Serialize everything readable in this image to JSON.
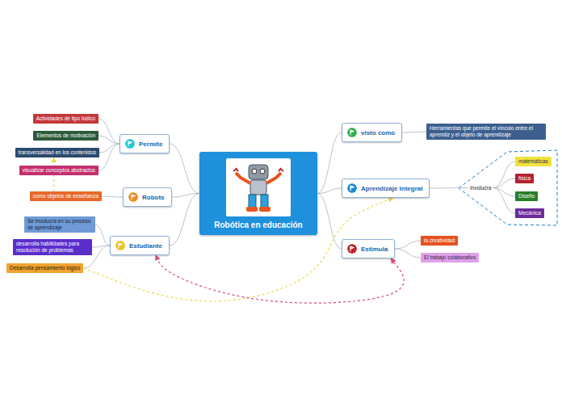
{
  "diagram": {
    "nodes": [
      {
        "text": [
          "Robótica en educación"
        ]
      },
      {
        "text": [
          "Permite"
        ]
      },
      {
        "text": [
          "Actividades de tipo lúdico"
        ]
      },
      {
        "text": [
          "Elementos de motivación"
        ]
      },
      {
        "text": [
          "transversalidad en los contenidos"
        ]
      },
      {
        "text": [
          "visualizar conceptos abstractos"
        ]
      },
      {
        "text": [
          "Robots"
        ]
      },
      {
        "text": [
          "como objetos de enseñanza"
        ]
      },
      {
        "text": [
          "Estudiante"
        ]
      },
      {
        "text": [
          "Se involucra en su proceso de aprendizaje"
        ]
      },
      {
        "text": [
          "desarrolla habilidades para resolución de problemas"
        ]
      },
      {
        "text": [
          "Desarrolla pensamiento lógico"
        ]
      },
      {
        "text": [
          "visto como"
        ]
      },
      {
        "text": [
          "Herramientas que permite el vínculo entre el aprendiz y el objeto de aprendizaje"
        ]
      },
      {
        "text": [
          "Aprendizaje Integral"
        ]
      },
      {
        "text": [
          "Involucra"
        ]
      },
      {
        "text": [
          "matemáticas"
        ]
      },
      {
        "text": [
          "física"
        ]
      },
      {
        "text": [
          "Diseño"
        ]
      },
      {
        "text": [
          "Mecánica"
        ]
      },
      {
        "text": [
          "Estimula"
        ]
      },
      {
        "text": [
          "la creatividad"
        ]
      },
      {
        "text": [
          "El trabajo colaborativo"
        ]
      }
    ],
    "edges": [
      {
        "from": 0,
        "to": 1,
        "arrow": "none"
      },
      {
        "from": 1,
        "to": 2,
        "arrow": "none"
      },
      {
        "from": 1,
        "to": 3,
        "arrow": "none"
      },
      {
        "from": 1,
        "to": 4,
        "arrow": "none"
      },
      {
        "from": 1,
        "to": 5,
        "arrow": "none"
      },
      {
        "from": 0,
        "to": 6,
        "arrow": "none"
      },
      {
        "from": 6,
        "to": 7,
        "arrow": "none"
      },
      {
        "from": 0,
        "to": 8,
        "arrow": "none"
      },
      {
        "from": 8,
        "to": 9,
        "arrow": "none"
      },
      {
        "from": 8,
        "to": 10,
        "arrow": "none"
      },
      {
        "from": 8,
        "to": 11,
        "arrow": "none"
      },
      {
        "from": 0,
        "to": 12,
        "arrow": "none"
      },
      {
        "from": 12,
        "to": 13,
        "arrow": "none"
      },
      {
        "from": 0,
        "to": 14,
        "arrow": "none"
      },
      {
        "from": 14,
        "to": 15,
        "arrow": "none"
      },
      {
        "from": 15,
        "to": 16,
        "arrow": "none"
      },
      {
        "from": 15,
        "to": 17,
        "arrow": "none"
      },
      {
        "from": 15,
        "to": 18,
        "arrow": "none"
      },
      {
        "from": 15,
        "to": 19,
        "arrow": "none"
      },
      {
        "from": 0,
        "to": 20,
        "arrow": "none"
      },
      {
        "from": 20,
        "to": 21,
        "arrow": "none"
      },
      {
        "from": 20,
        "to": 22,
        "arrow": "none"
      },
      {
        "from": 11,
        "to": 14,
        "arrow": "to"
      },
      {
        "from": 7,
        "to": 4,
        "arrow": "to"
      },
      {
        "from": 20,
        "to": 8,
        "arrow": "both"
      }
    ]
  }
}
